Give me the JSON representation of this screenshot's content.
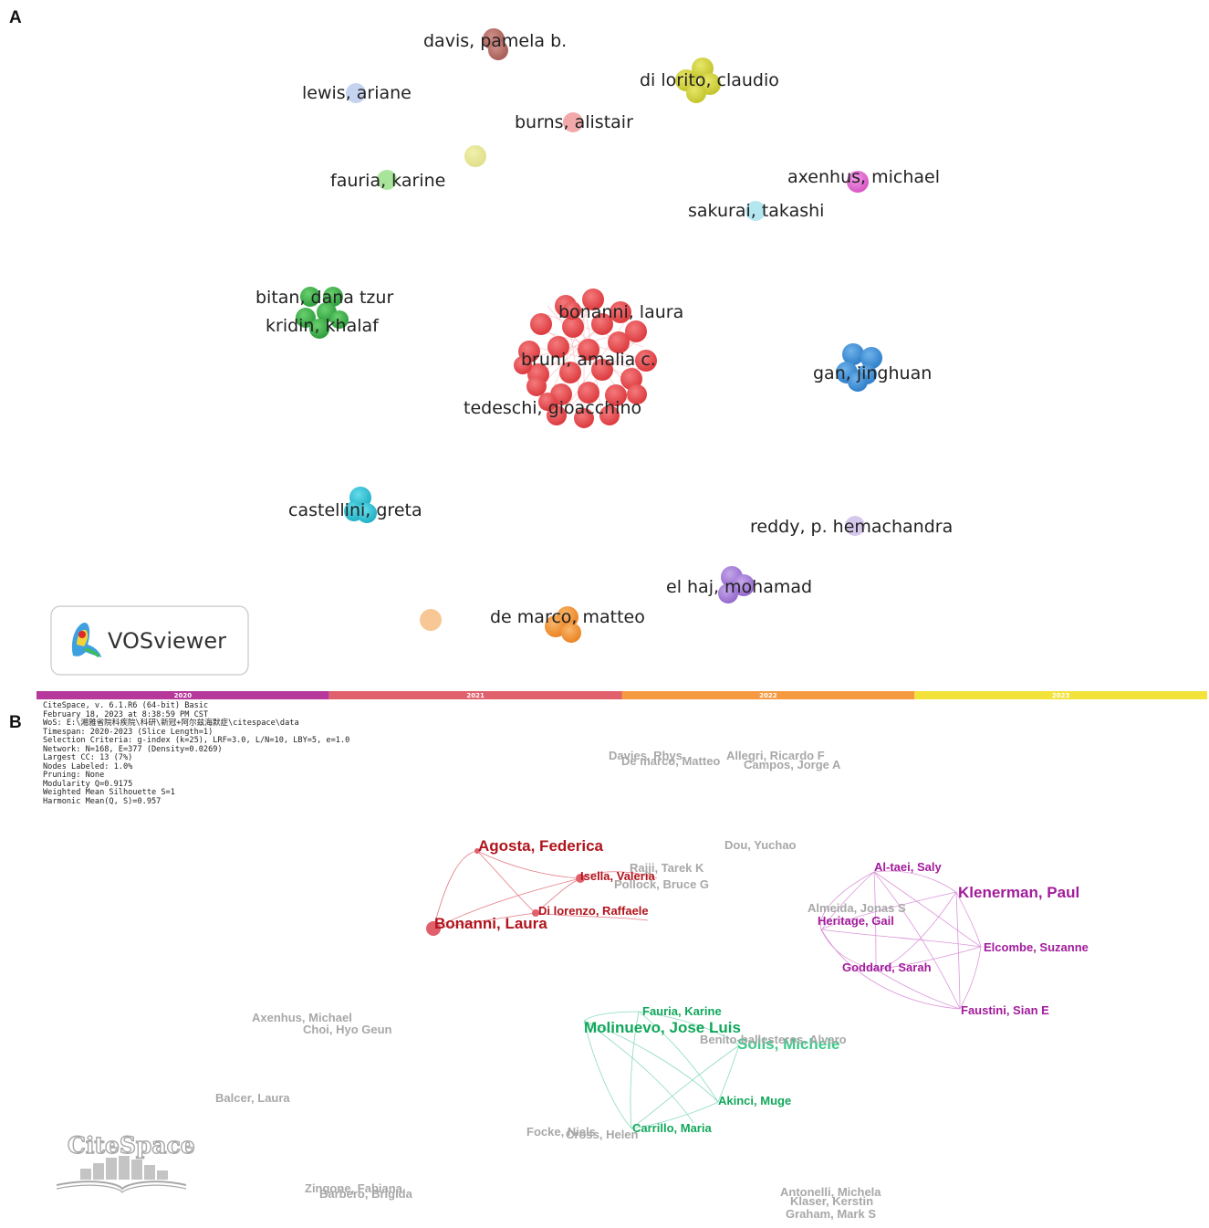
{
  "panels": {
    "a_label": "A",
    "b_label": "B"
  },
  "vosviewer": {
    "logo_text": "VOSviewer",
    "labels": [
      {
        "text": "davis, pamela b."
      },
      {
        "text": "lewis, ariane"
      },
      {
        "text": "di lorito, claudio"
      },
      {
        "text": "burns, alistair"
      },
      {
        "text": "fauria, karine"
      },
      {
        "text": "axenhus, michael"
      },
      {
        "text": "sakurai, takashi"
      },
      {
        "text": "bitan, dana tzur"
      },
      {
        "text": "kridin, khalaf"
      },
      {
        "text": "bonanni, laura"
      },
      {
        "text": "bruni, amalia c."
      },
      {
        "text": "tedeschi, gioacchino"
      },
      {
        "text": "gan, jinghuan"
      },
      {
        "text": "castellini, greta"
      },
      {
        "text": "reddy, p. hemachandra"
      },
      {
        "text": "el haj, mohamad"
      },
      {
        "text": "de marco, matteo"
      }
    ],
    "cluster_colors": {
      "red": "#e8474a",
      "green": "#3bb44a",
      "blue": "#3b8fd6",
      "cyan": "#27c1d6",
      "yellow": "#d2d23a",
      "purple": "#a77fd6",
      "orange": "#f29534",
      "brown": "#b56b64",
      "pink": "#e56bd2",
      "peach": "#f5c590"
    }
  },
  "citespace": {
    "timeline_years": [
      "2020",
      "2021",
      "2022",
      "2023"
    ],
    "timeline_colors": [
      "#b6389a",
      "#e0606c",
      "#f59a40",
      "#f2e23a"
    ],
    "metadata": [
      "CiteSpace, v. 6.1.R6 (64-bit) Basic",
      "February 18, 2023 at 8:38:59 PM CST",
      "WoS: E:\\湘雅省院科疾院\\科研\\新冠+阿尔兹海默症\\citespace\\data",
      "Timespan: 2020-2023 (Slice Length=1)",
      "Selection Criteria: g-index (k=25), LRF=3.0, L/N=10, LBY=5, e=1.0",
      "Network: N=168, E=377 (Density=0.0269)",
      "Largest CC: 13 (7%)",
      "Nodes Labeled: 1.0%",
      "Pruning: None",
      "Modularity Q=0.9175",
      "Weighted Mean Silhouette S=1",
      "Harmonic Mean(Q, S)=0.957"
    ],
    "logo_text": "CiteSpace",
    "red_cluster": [
      "Agosta, Federica",
      "Isella, Valeria",
      "Di lorenzo, Raffaele",
      "Bonanni, Laura"
    ],
    "purple_cluster": [
      "Al-taei, Saly",
      "Klenerman, Paul",
      "Heritage, Gail",
      "Elcombe, Suzanne",
      "Goddard, Sarah",
      "Faustini, Sian E"
    ],
    "green_cluster": [
      "Fauria, Karine",
      "Molinuevo, Jose Luis",
      "Solis, Michele",
      "Akinci, Muge",
      "Carrillo, Maria"
    ],
    "gray_labels": [
      "Davies, Rhys",
      "De marco, Matteo",
      "Allegri, Ricardo F",
      "Campos, Jorge A",
      "Dou, Yuchao",
      "Rajji, Tarek K",
      "Pollock, Bruce G",
      "Almeida, Jonas S",
      "Axenhus, Michael",
      "Choi, Hyo Geun",
      "Benito-ballesteros, Alvaro",
      "Balcer, Laura",
      "Focke, Niels",
      "Cross, Helen",
      "Zingone, Fabiana",
      "Barbero, Brigida",
      "Antonelli, Michela",
      "Klaser, Kerstin",
      "Graham, Mark S"
    ],
    "colors": {
      "red": "#b0141c",
      "purple": "#a21b9b",
      "green": "#10a85a",
      "green_light": "#3dc88a",
      "gray": "#a8a8a8"
    }
  }
}
